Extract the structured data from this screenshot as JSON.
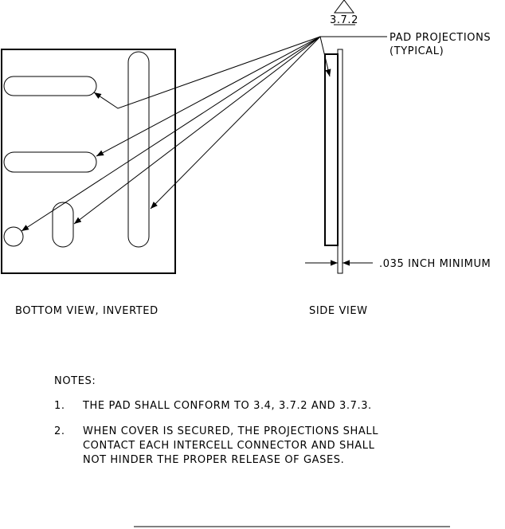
{
  "callout": {
    "reference": "3.7.2",
    "label_line1": "PAD PROJECTIONS",
    "label_line2": "(TYPICAL)"
  },
  "dimension": {
    "label": ".035 INCH MINIMUM"
  },
  "views": {
    "bottom": "BOTTOM VIEW, INVERTED",
    "side": "SIDE VIEW"
  },
  "notes": {
    "heading": "NOTES:",
    "items": [
      {
        "number": "1.",
        "lines": [
          "THE PAD SHALL CONFORM TO 3.4, 3.7.2 AND 3.7.3."
        ]
      },
      {
        "number": "2.",
        "lines": [
          "WHEN COVER IS SECURED, THE PROJECTIONS SHALL",
          "CONTACT EACH INTERCELL CONNECTOR AND SHALL",
          "NOT HINDER THE PROPER RELEASE OF GASES."
        ]
      }
    ]
  }
}
